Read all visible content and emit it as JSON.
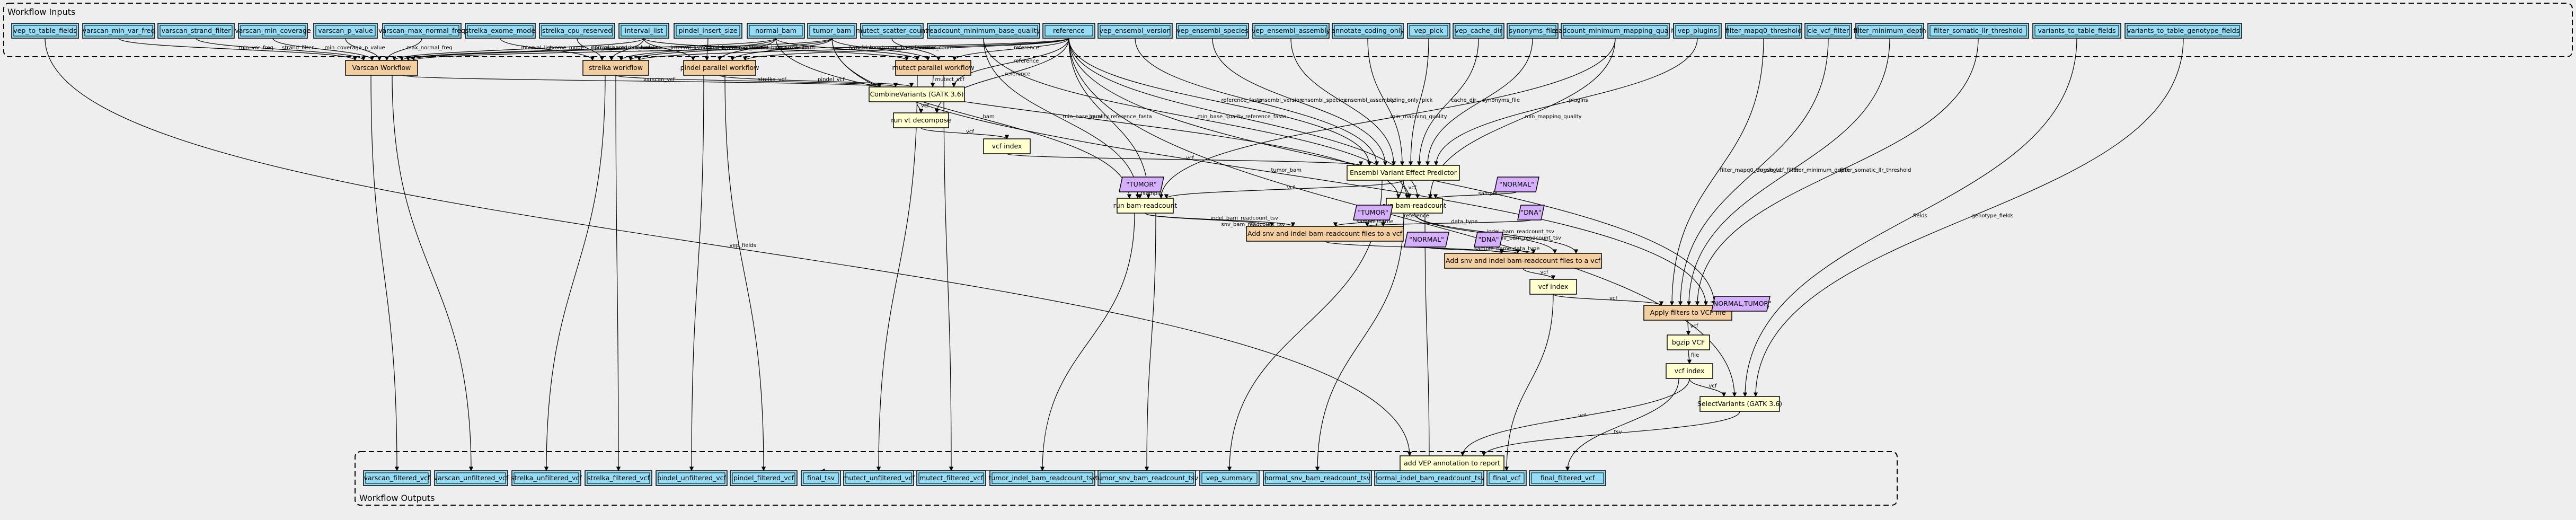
{
  "groups": {
    "inputs": "Workflow Inputs",
    "outputs": "Workflow Outputs"
  },
  "colors": {
    "input": "#94ddf4",
    "output": "#94ddf4",
    "step": "#ffffd0",
    "subworkflow": "#f3ce9f",
    "literal": "#d5aefc",
    "background": "#eeeeee"
  },
  "inputs": [
    "vep_to_table_fields",
    "varscan_min_var_freq",
    "varscan_strand_filter",
    "varscan_min_coverage",
    "varscan_p_value",
    "varscan_max_normal_freq",
    "strelka_exome_mode",
    "strelka_cpu_reserved",
    "interval_list",
    "pindel_insert_size",
    "normal_bam",
    "tumor_bam",
    "mutect_scatter_count",
    "readcount_minimum_base_quality",
    "reference",
    "vep_ensembl_version",
    "vep_ensembl_species",
    "vep_ensembl_assembly",
    "annotate_coding_only",
    "vep_pick",
    "vep_cache_dir",
    "synonyms_file",
    "readcount_minimum_mapping_quality",
    "vep_plugins",
    "filter_mapq0_threshold",
    "cle_vcf_filter",
    "filter_minimum_depth",
    "filter_somatic_llr_threshold",
    "variants_to_table_fields",
    "variants_to_table_genotype_fields"
  ],
  "outputs": [
    "varscan_filtered_vcf",
    "varscan_unfiltered_vcf",
    "strelka_unfiltered_vcf",
    "strelka_filtered_vcf",
    "pindel_unfiltered_vcf",
    "pindel_filtered_vcf",
    "final_tsv",
    "mutect_unfiltered_vcf",
    "mutect_filtered_vcf",
    "tumor_indel_bam_readcount_tsv",
    "tumor_snv_bam_readcount_tsv",
    "vep_summary",
    "normal_snv_bam_readcount_tsv",
    "normal_indel_bam_readcount_tsv",
    "final_vcf",
    "final_filtered_vcf"
  ],
  "steps": {
    "varscan": "Varscan Workflow",
    "strelka": "strelka workflow",
    "pindel": "pindel parallel workflow",
    "mutect": "mutect parallel workflow",
    "combine": "CombineVariants (GATK 3.6)",
    "decompose": "run vt decompose",
    "vcfindex1": "vcf index",
    "vep": "Ensembl Variant Effect Predictor",
    "brc_tumor": "run bam-readcount",
    "brc_normal": "run bam-readcount",
    "add_tumor": "Add snv and indel bam-readcount files to a vcf",
    "add_normal": "Add snv and indel bam-readcount files to a vcf",
    "vcfindex2": "vcf index",
    "filter": "Apply filters to VCF file",
    "bgzip": "bgzip VCF",
    "vcfindex3": "vcf index",
    "select": "SelectVariants (GATK 3.6)",
    "addvep": "add VEP annotation to report"
  },
  "literals": {
    "tumor1": "\"TUMOR\"",
    "tumor2": "\"TUMOR\"",
    "dna1": "\"DNA\"",
    "normal1": "\"NORMAL\"",
    "dna2": "\"DNA\"",
    "normal2": "\"NORMAL\"",
    "normaltumor": "\"NORMAL,TUMOR\""
  },
  "edge_labels": {
    "vep_fields": "vep_fields",
    "min_var_freq": "min_var_freq",
    "strand_filter": "strand_filter",
    "min_coverage": "min_coverage",
    "p_value": "p_value",
    "max_normal_freq": "max_normal_freq",
    "interval_list": "interval_list",
    "normal_bam": "normal_bam",
    "tumor_bam": "tumor_bam",
    "reference": "reference",
    "exome_mode": "exome_mode",
    "cpu_reserved": "cpu_reserved",
    "insert_size": "insert_size",
    "scatter_count": "scatter_count",
    "varscan_vcf": "varscan_vcf",
    "strelka_vcf": "strelka_vcf",
    "pindel_vcf": "pindel_vcf",
    "mutect_vcf": "mutect_vcf",
    "vcf": "vcf",
    "bam": "bam",
    "min_base_quality": "min_base_quality",
    "reference_fasta": "reference_fasta",
    "ensembl_version": "ensembl_version",
    "ensembl_species": "ensembl_species",
    "ensembl_assembly": "ensembl_assembly",
    "coding_only": "coding_only",
    "pick": "pick",
    "cache_dir": "cache_dir",
    "synonyms_file": "synonyms_file",
    "plugins": "plugins",
    "min_mapping_quality": "min_mapping_quality",
    "sample": "sample",
    "sample_name": "sample_name",
    "data_type": "data_type",
    "indel_bam_readcount_tsv": "indel_bam_readcount_tsv",
    "snv_bam_readcount_tsv": "snv_bam_readcount_tsv",
    "filter_mapq0_threshold": "filter_mapq0_threshold",
    "do_cle_vcf_filter": "do_cle_vcf_filter",
    "filter_minimum_depth": "filter_minimum_depth",
    "filter_somatic_llr_threshold": "filter_somatic_llr_threshold",
    "fields": "fields",
    "genotype_fields": "genotype_fields",
    "file": "file",
    "tsv": "tsv"
  }
}
